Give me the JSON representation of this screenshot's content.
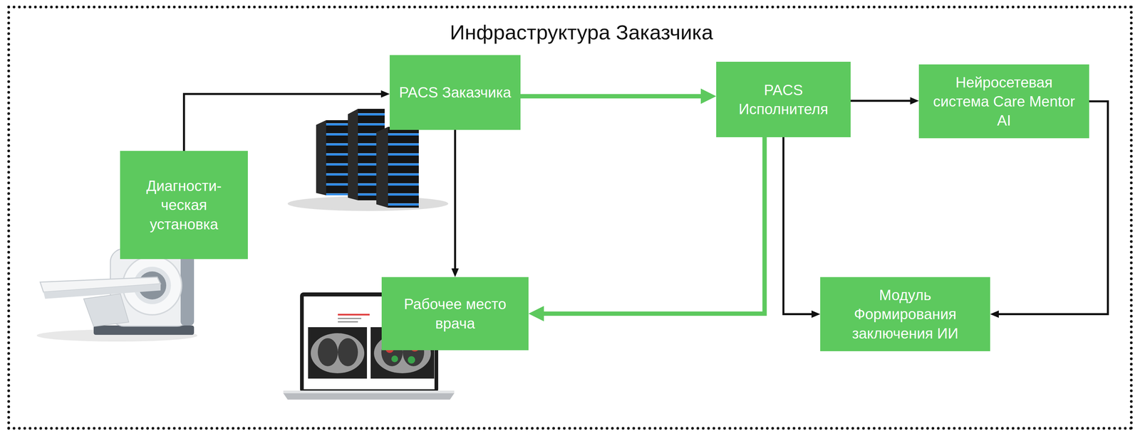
{
  "diagram": {
    "nodes": [
      {
        "text": [
          "Инфраструктура Заказчика"
        ]
      },
      {
        "text": [
          "Диагности- ческая установка"
        ],
        "in": 0
      },
      {
        "text": [
          "PACS Заказчика"
        ],
        "in": 0
      },
      {
        "text": [
          "PACS Исполнителя"
        ],
        "in": 0
      },
      {
        "text": [
          "Нейросетевая система Care Mentor AI"
        ],
        "in": 0
      },
      {
        "text": [
          "Рабочее место врача"
        ],
        "in": 0
      },
      {
        "text": [
          "Модуль Формирования заключения ИИ"
        ],
        "in": 0
      }
    ],
    "edges": [
      {
        "from": 1,
        "to": 2,
        "arrow": "to"
      },
      {
        "from": 2,
        "to": 3,
        "arrow": "to"
      },
      {
        "from": 2,
        "to": 5,
        "arrow": "to"
      },
      {
        "from": 3,
        "to": 4,
        "arrow": "to"
      },
      {
        "from": 3,
        "to": 6,
        "arrow": "to"
      },
      {
        "from": 4,
        "to": 6,
        "arrow": "to"
      },
      {
        "from": 3,
        "to": 5,
        "arrow": "to"
      }
    ]
  }
}
